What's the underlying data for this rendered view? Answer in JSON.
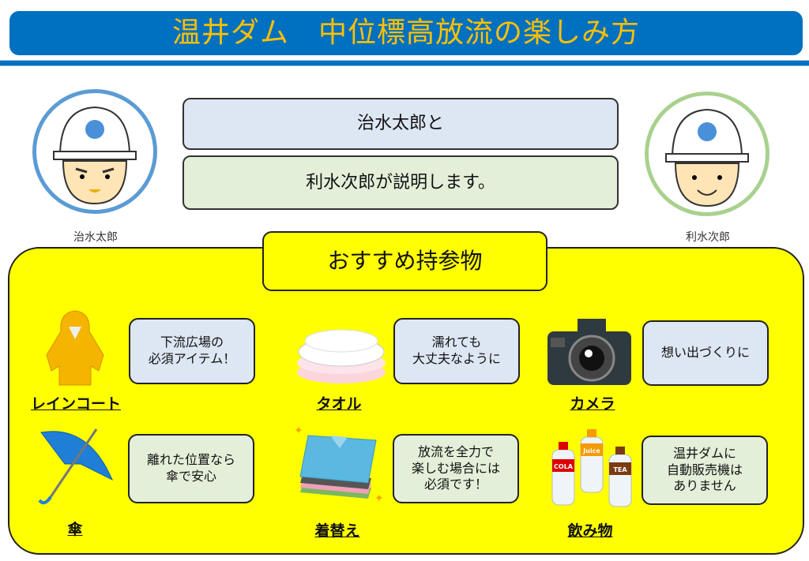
{
  "title": "温井ダム　中位標高放流の楽しみ方",
  "characters": [
    {
      "name": "治水太郎",
      "color": "#5b9bd5"
    },
    {
      "name": "利水次郎",
      "color": "#a9d18e"
    }
  ],
  "speech": [
    "治水太郎と",
    "利水次郎が説明します。"
  ],
  "section_title": "おすすめ持参物",
  "items": [
    {
      "label": "レインコート",
      "note": "下流広場の\n必須アイテム！",
      "icon": "raincoat-icon"
    },
    {
      "label": "タオル",
      "note": "濡れても\n大丈夫なように",
      "icon": "towel-icon"
    },
    {
      "label": "カメラ",
      "note": "想い出づくりに",
      "icon": "camera-icon"
    },
    {
      "label": "傘",
      "note": "離れた位置なら\n傘で安心",
      "icon": "umbrella-icon"
    },
    {
      "label": "着替え",
      "note": "放流を全力で\n楽しむ場合には\n必須です！",
      "icon": "clothes-icon"
    },
    {
      "label": "飲み物",
      "note": "温井ダムに\n自動販売機は\nありません",
      "icon": "drinks-icon"
    }
  ],
  "drink_labels": [
    "COLA",
    "Juice",
    "TEA"
  ]
}
